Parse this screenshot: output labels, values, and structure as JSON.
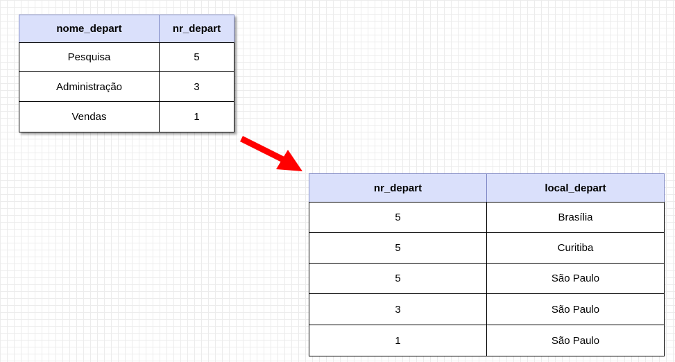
{
  "departments_table": {
    "headers": [
      "nome_depart",
      "nr_depart"
    ],
    "rows": [
      [
        "Pesquisa",
        "5"
      ],
      [
        "Administração",
        "3"
      ],
      [
        "Vendas",
        "1"
      ]
    ]
  },
  "locations_table": {
    "headers": [
      "nr_depart",
      "local_depart"
    ],
    "rows": [
      [
        "5",
        "Brasília"
      ],
      [
        "5",
        "Curitiba"
      ],
      [
        "5",
        "São Paulo"
      ],
      [
        "3",
        "São Paulo"
      ],
      [
        "1",
        "São Paulo"
      ]
    ]
  },
  "colors": {
    "header_fill": "#dae0fb",
    "arrow": "#ff0000"
  }
}
